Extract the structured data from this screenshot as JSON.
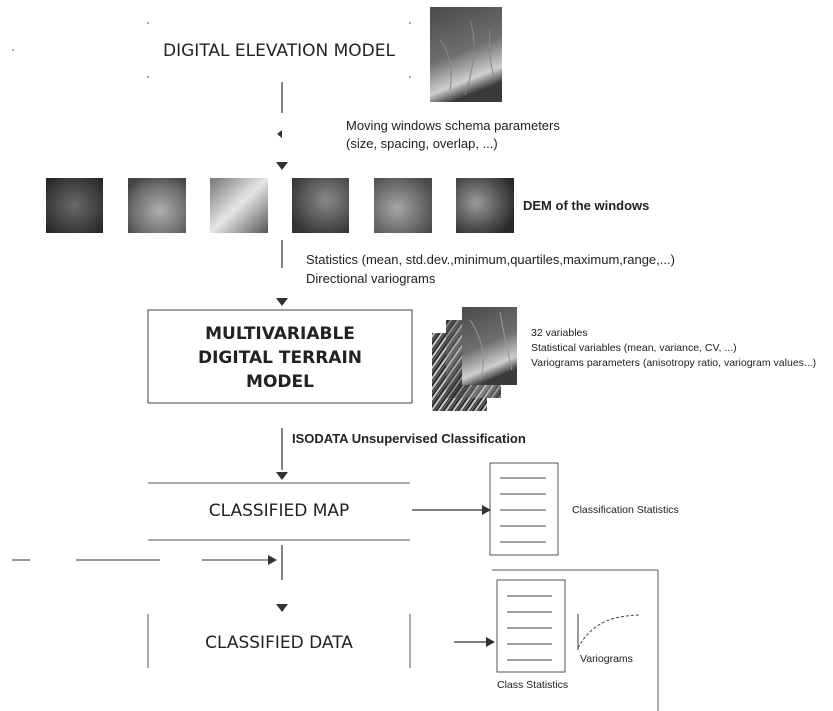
{
  "nodes": {
    "dem": "DIGITAL ELEVATION MODEL",
    "mdtm": "MULTIVARIABLE DIGITAL TERRAIN MODEL",
    "classified_map": "CLASSIFIED MAP",
    "classified_data": "CLASSIFIED DATA"
  },
  "annotations": {
    "moving_windows_line1": "Moving windows schema parameters",
    "moving_windows_line2": "(size, spacing, overlap, ...)",
    "dem_windows": "DEM of the windows",
    "statistics_line1": "Statistics (mean, std.dev.,minimum,quartiles,maximum,range,...)",
    "statistics_line2": "Directional variograms",
    "variables": [
      "32 variables",
      "Statistical variables (mean, variance, CV, ...)",
      "Variograms parameters (anisotropy ratio, variogram values...)"
    ],
    "isodata": "ISODATA Unsupervised Classification",
    "classification_statistics": "Classification Statistics",
    "variograms": "Variograms",
    "class_statistics": "Class Statistics"
  },
  "colors": {
    "text": "#222222",
    "line": "#333333",
    "terrain_dark": "#2b2b2b",
    "terrain_light": "#d8d8d8"
  },
  "window_tiles": [
    "terrain-tile-1",
    "terrain-tile-2",
    "terrain-tile-3",
    "terrain-tile-4",
    "terrain-tile-5",
    "terrain-tile-6"
  ]
}
